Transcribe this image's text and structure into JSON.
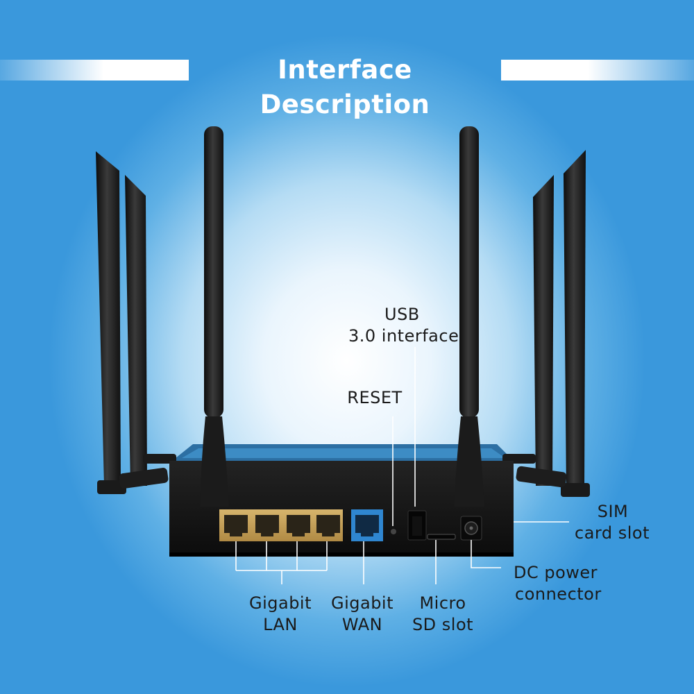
{
  "header": {
    "title": "Interface Description"
  },
  "labels": {
    "usb": [
      "USB",
      "3.0 interface"
    ],
    "reset": "RESET",
    "sim": [
      "SIM",
      "card slot"
    ],
    "dc": [
      "DC power",
      "connector"
    ],
    "lan": [
      "Gigabit",
      "LAN"
    ],
    "wan": [
      "Gigabit",
      "WAN"
    ],
    "sd": [
      "Micro",
      "SD slot"
    ]
  },
  "colors": {
    "background": "#3a98dc",
    "device_body": "#141414",
    "lan_ports": "#c9a45c",
    "wan_port": "#2f86d0",
    "callout_lines": "#ffffff"
  }
}
